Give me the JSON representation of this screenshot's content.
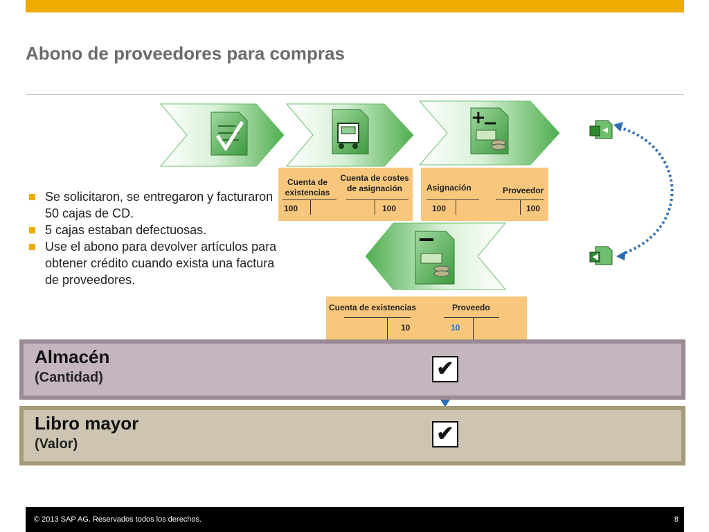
{
  "slide": {
    "title": "Abono de proveedores para compras"
  },
  "icons": {
    "chevron_1": "checklist-document-icon",
    "chevron_2": "truck-document-icon",
    "chevron_3": "plus-minus-invoice-icon",
    "chevron_4": "minus-credit-memo-icon",
    "return_1": "document-return-icon",
    "return_2": "document-forward-icon"
  },
  "bullets": [
    "Se solicitaron, se entregaron y facturaron 50 cajas de CD.",
    "5 cajas estaban defectuosas.",
    "Use el abono para devolver artículos para obtener crédito cuando exista una factura de proveedores."
  ],
  "t_accounts": {
    "box1": {
      "left_title": "Cuenta de existencias",
      "left_value": "100",
      "right_title": "Cuenta de costes de asignación",
      "right_value": "100"
    },
    "box2": {
      "left_title": "Asignación",
      "left_value": "100",
      "right_title": "Proveedor",
      "right_value": "100"
    },
    "box3": {
      "left_title": "Cuenta de existencias",
      "left_value": "10",
      "right_title": "Proveedo",
      "right_value": "10"
    }
  },
  "bands": {
    "almacen": {
      "title": "Almacén",
      "subtitle": "(Cantidad)",
      "checked": true
    },
    "libro": {
      "title": "Libro mayor",
      "subtitle": "(Valor)",
      "checked": true
    },
    "checkmark": "✔"
  },
  "footer": {
    "copyright": "© 2013 SAP AG. Reservados todos los derechos.",
    "page": "8"
  },
  "colors": {
    "accent": "#f0ab00",
    "green": "#3e9a3e",
    "arrow_blue": "#2a6db4",
    "taccount_fill": "#f8c77b",
    "almacen_band": "#c4b5bf",
    "libro_band": "#cdc5b2"
  }
}
